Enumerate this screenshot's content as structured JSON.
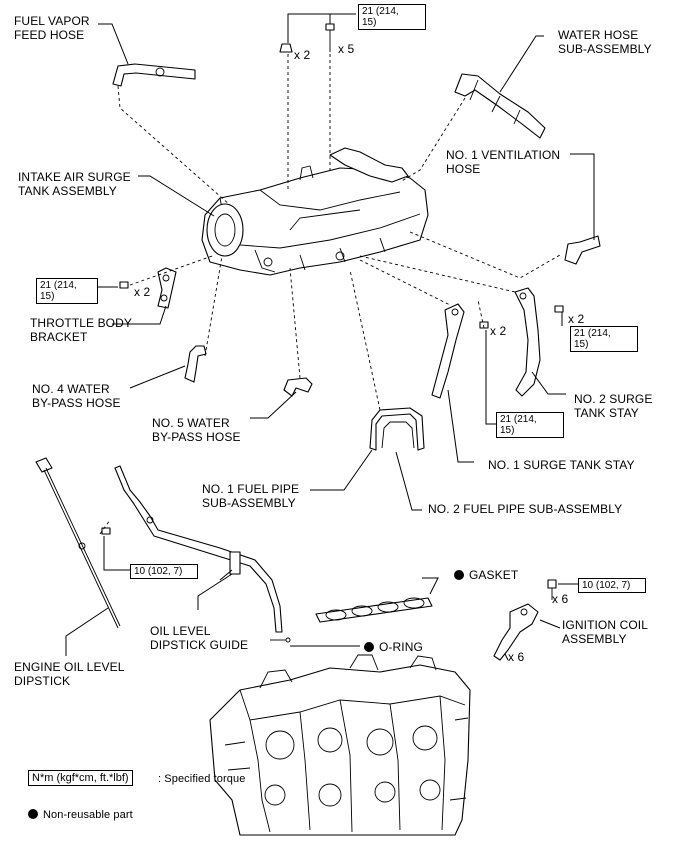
{
  "labels": {
    "fuel_vapor_feed_hose": [
      "FUEL VAPOR",
      "FEED HOSE"
    ],
    "water_hose_sub_assembly": [
      "WATER HOSE",
      "SUB-ASSEMBLY"
    ],
    "no1_ventilation_hose": [
      "NO. 1 VENTILATION",
      "HOSE"
    ],
    "intake_air_surge_tank": [
      "INTAKE AIR SURGE",
      "TANK ASSEMBLY"
    ],
    "throttle_body_bracket": [
      "THROTTLE  BODY",
      "BRACKET"
    ],
    "no4_water_bypass_hose": [
      "NO. 4 WATER",
      "BY-PASS HOSE"
    ],
    "no5_water_bypass_hose": [
      "NO. 5 WATER",
      "BY-PASS HOSE"
    ],
    "no2_surge_tank_stay": [
      "NO. 2 SURGE",
      "TANK STAY"
    ],
    "no1_surge_tank_stay": "NO. 1 SURGE TANK STAY",
    "no1_fuel_pipe": [
      "NO. 1 FUEL PIPE",
      "SUB-ASSEMBLY"
    ],
    "no2_fuel_pipe": "NO. 2 FUEL PIPE SUB-ASSEMBLY",
    "gasket": "GASKET",
    "o_ring": "O-RING",
    "oil_level_dipstick_guide": [
      "OIL LEVEL",
      "DIPSTICK GUIDE"
    ],
    "engine_oil_level_dipstick": [
      "ENGINE OIL LEVEL",
      "DIPSTICK"
    ],
    "ignition_coil_assembly": [
      "IGNITION  COIL",
      "ASSEMBLY"
    ]
  },
  "quantities": {
    "top_nut": "x 2",
    "top_bolt": "x 5",
    "throttle_bracket_bolt": "x 2",
    "no1_stay_bolt": "x 2",
    "no2_stay_bolt": "x 2",
    "coil_bolt": "x 6",
    "coil": "x 6"
  },
  "torques": {
    "top": [
      "21 (214,",
      "15)"
    ],
    "throttle_bracket": [
      "21 (214,",
      "15)"
    ],
    "no2_stay": [
      "21 (214,",
      "15)"
    ],
    "no1_stay": [
      "21 (214,",
      "15)"
    ],
    "dipstick_guide": "10 (102, 7)",
    "ignition_coil": "10 (102, 7)"
  },
  "legend": {
    "torque_unit": "N*m (kgf*cm, ft.*lbf)",
    "torque_desc": ": Specified torque",
    "non_reusable": "Non-reusable part"
  }
}
